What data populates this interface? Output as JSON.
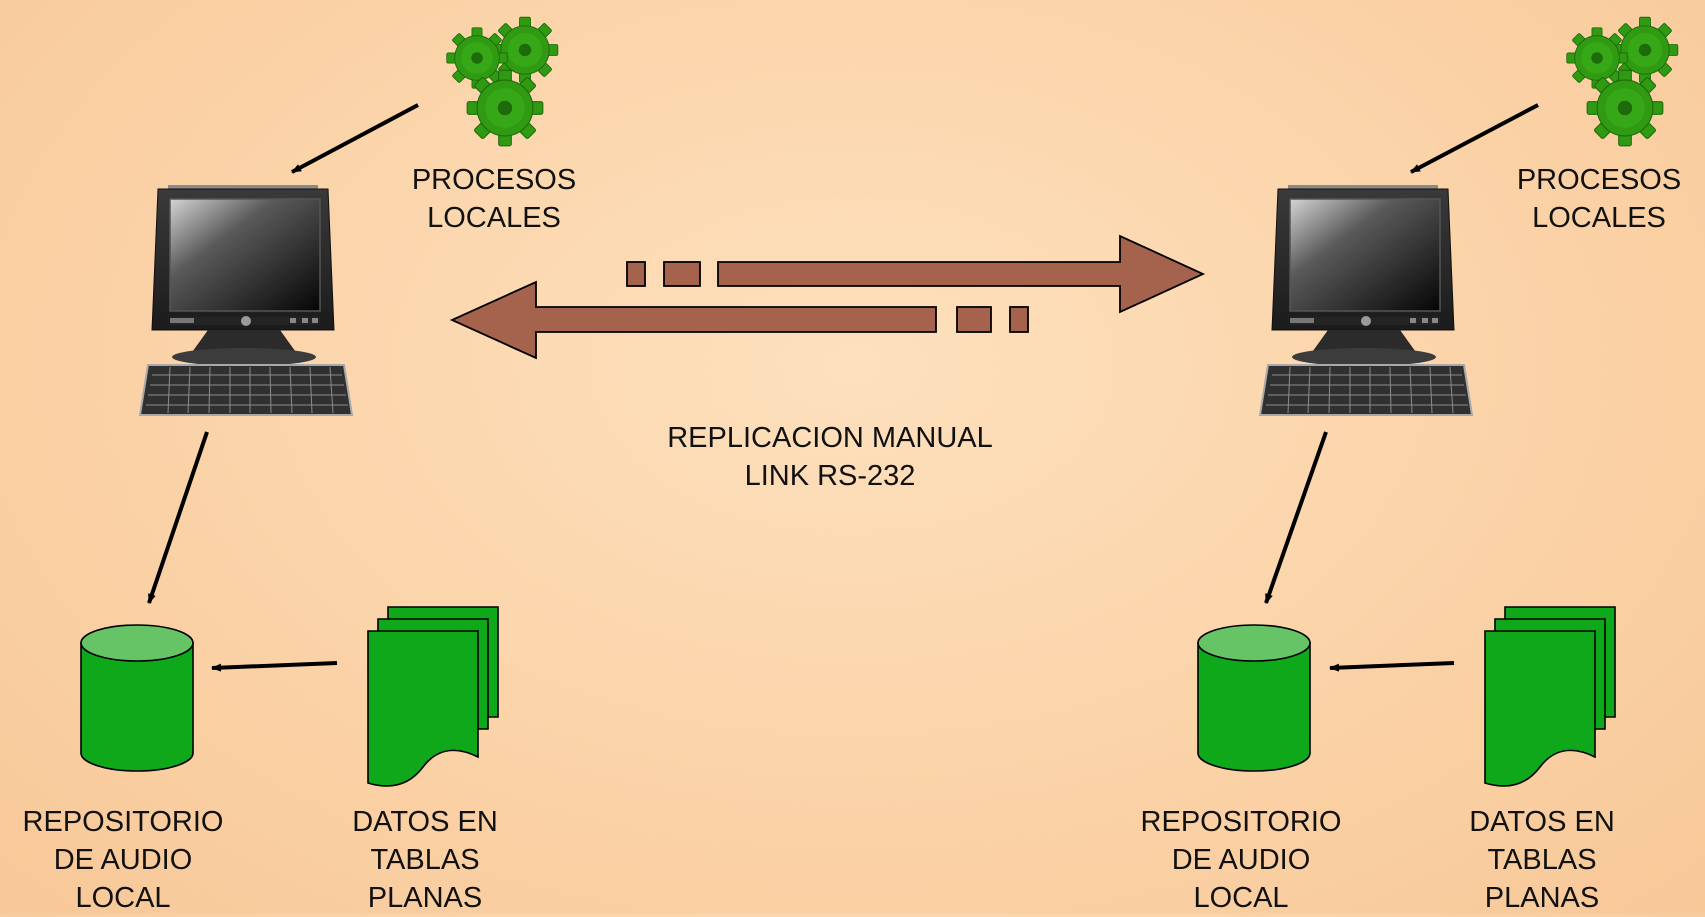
{
  "labels": {
    "left_processes": "PROCESOS\nLOCALES",
    "right_processes": "PROCESOS\nLOCALES",
    "replication": "REPLICACION MANUAL\nLINK RS-232",
    "left_repository": "REPOSITORIO\nDE AUDIO\nLOCAL",
    "left_flat_data": "DATOS EN\nTABLAS\nPLANAS",
    "right_repository": "REPOSITORIO\nDE AUDIO\nLOCAL",
    "right_flat_data": "DATOS EN\nTABLAS\nPLANAS"
  },
  "colors": {
    "gear_green": "#2f9a12",
    "db_green": "#0fa81a",
    "db_top": "#66c466",
    "transfer_arrow": "#a5634d",
    "connector": "#000000"
  },
  "icons": [
    "gears-icon",
    "computer-icon",
    "database-icon",
    "documents-icon"
  ]
}
